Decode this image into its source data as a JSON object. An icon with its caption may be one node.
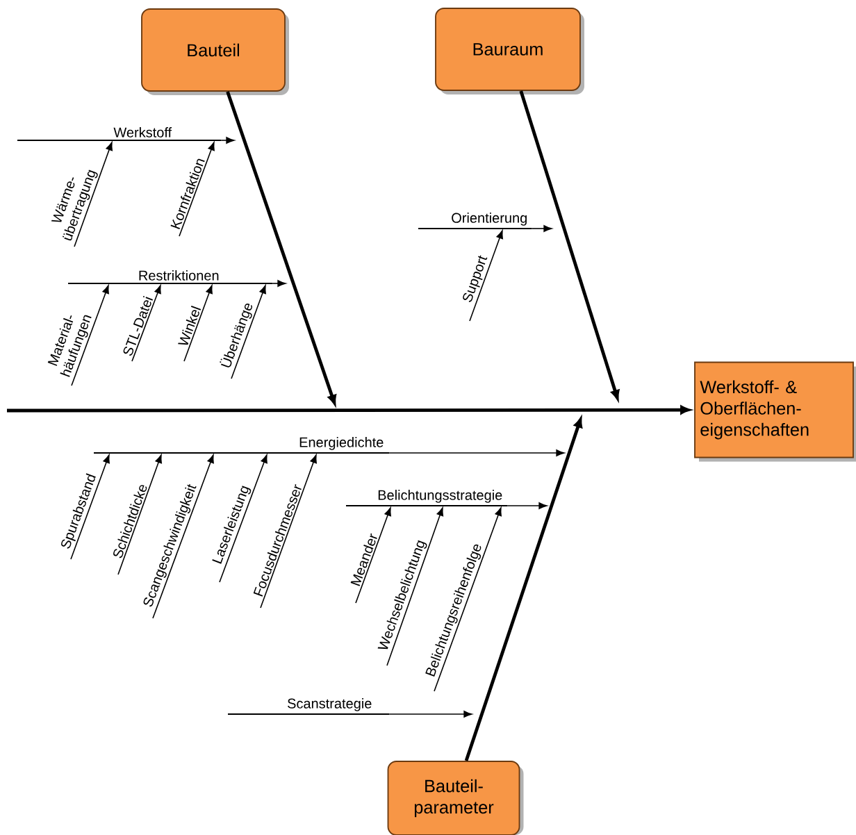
{
  "diagram": {
    "nodes": [
      {
        "text": [
          "Bauteil"
        ]
      },
      {
        "text": [
          "Bauraum"
        ]
      },
      {
        "text": [
          "Werkstoff"
        ]
      },
      {
        "text": [
          "Wärme- übertragung"
        ]
      },
      {
        "text": [
          "Kornfraktion"
        ]
      },
      {
        "text": [
          "Orientierung"
        ]
      },
      {
        "text": [
          "Support"
        ]
      },
      {
        "text": [
          "Restriktionen"
        ]
      },
      {
        "text": [
          "Material- häufungen"
        ]
      },
      {
        "text": [
          "STL-Datei"
        ]
      },
      {
        "text": [
          "Winkel"
        ]
      },
      {
        "text": [
          "Überhänge"
        ]
      },
      {
        "text": [
          "Werkstoff- & Oberflächen- eigenschaften"
        ]
      },
      {
        "text": [
          "Energiedichte"
        ]
      },
      {
        "text": [
          "Spurabstand"
        ]
      },
      {
        "text": [
          "Schichtdicke"
        ]
      },
      {
        "text": [
          "Scangeschwindigkeit"
        ]
      },
      {
        "text": [
          "Laserleistung"
        ]
      },
      {
        "text": [
          "Focusdurchmesser"
        ]
      },
      {
        "text": [
          "Belichtungsstrategie"
        ]
      },
      {
        "text": [
          "Meander"
        ]
      },
      {
        "text": [
          "Wechselbelichtung"
        ]
      },
      {
        "text": [
          "Belichtungsreihenfolge"
        ]
      },
      {
        "text": [
          "Scanstrategie"
        ]
      },
      {
        "text": [
          "Bauteil- parameter"
        ]
      }
    ],
    "edges": [
      {
        "from": null,
        "to": 12,
        "arrow": "to",
        "style": "thick"
      },
      {
        "from": 0,
        "to": null,
        "arrow": "to",
        "style": "thick"
      },
      {
        "from": 1,
        "to": null,
        "arrow": "to",
        "style": "thick"
      },
      {
        "from": 24,
        "to": null,
        "arrow": "to",
        "style": "thick"
      },
      {
        "from": 2,
        "to": null,
        "arrow": "to"
      },
      {
        "from": 3,
        "to": 2,
        "arrow": "to"
      },
      {
        "from": 4,
        "to": 2,
        "arrow": "to"
      },
      {
        "from": 5,
        "to": null,
        "arrow": "to"
      },
      {
        "from": 6,
        "to": 5,
        "arrow": "to"
      },
      {
        "from": 7,
        "to": null,
        "arrow": "to"
      },
      {
        "from": 8,
        "to": 7,
        "arrow": "to"
      },
      {
        "from": 9,
        "to": 7,
        "arrow": "to"
      },
      {
        "from": 10,
        "to": 7,
        "arrow": "to"
      },
      {
        "from": 11,
        "to": 7,
        "arrow": "to"
      },
      {
        "from": 13,
        "to": null,
        "arrow": "to"
      },
      {
        "from": 14,
        "to": 13,
        "arrow": "to"
      },
      {
        "from": 15,
        "to": 13,
        "arrow": "to"
      },
      {
        "from": 16,
        "to": 13,
        "arrow": "to"
      },
      {
        "from": 17,
        "to": 13,
        "arrow": "to"
      },
      {
        "from": 18,
        "to": 13,
        "arrow": "to"
      },
      {
        "from": 19,
        "to": null,
        "arrow": "to"
      },
      {
        "from": 20,
        "to": 19,
        "arrow": "to"
      },
      {
        "from": 21,
        "to": 19,
        "arrow": "to"
      },
      {
        "from": 22,
        "to": 19,
        "arrow": "to"
      },
      {
        "from": 23,
        "to": null,
        "arrow": "to"
      }
    ]
  }
}
